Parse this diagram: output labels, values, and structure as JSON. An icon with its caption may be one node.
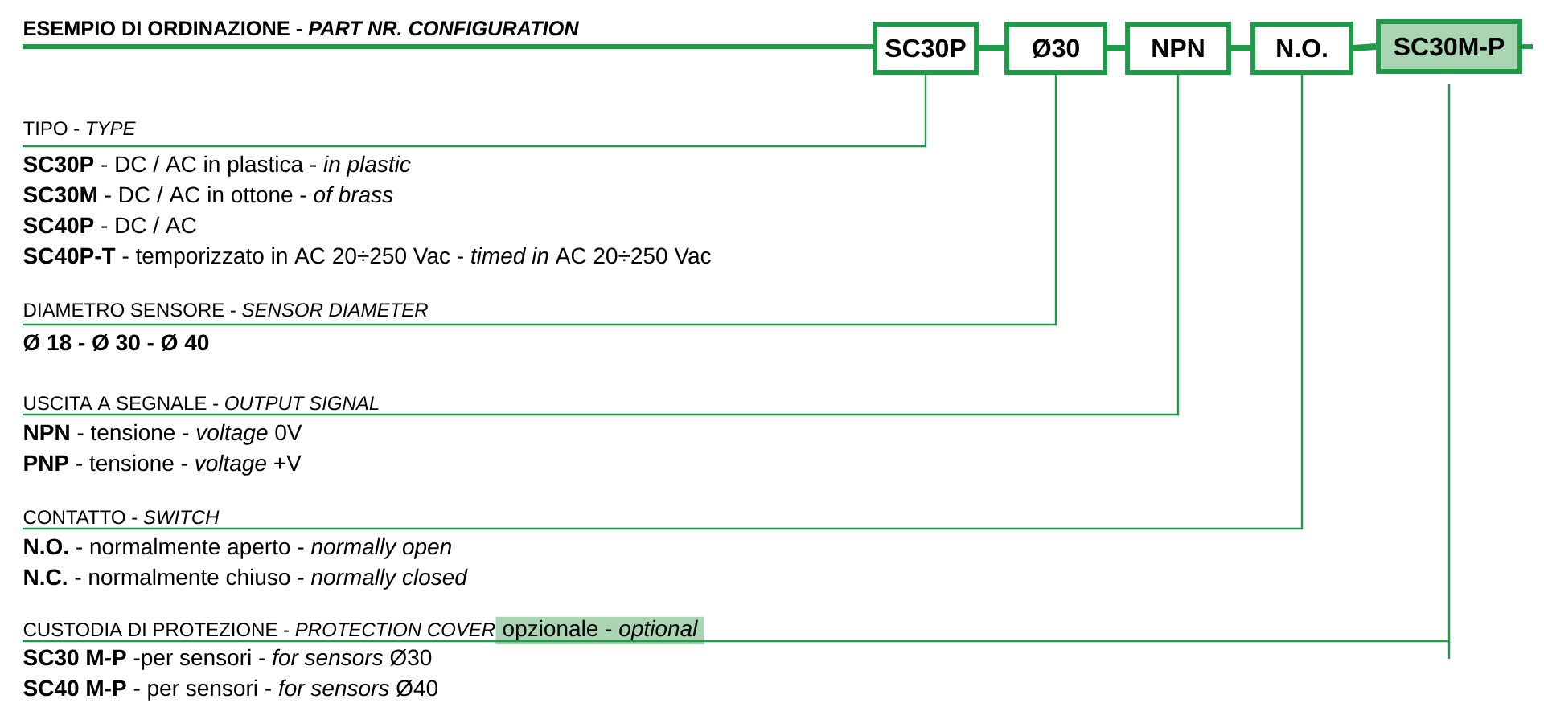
{
  "diagram": {
    "title": "ESEMPIO DI ORDINAZIONE - *PART NR. CONFIGURATION*",
    "nodes": [
      {
        "text": [
          "SC30P"
        ]
      },
      {
        "text": [
          "Ø30"
        ]
      },
      {
        "text": [
          "NPN"
        ]
      },
      {
        "text": [
          "N.O."
        ]
      },
      {
        "text": [
          "SC30M-P"
        ]
      },
      {
        "text": [
          "TIPO - *TYPE*",
          "**SC30P** - DC / AC in plastica - *in plastic*",
          "**SC30M** - DC / AC in ottone - *of brass*",
          "**SC40P** - DC / AC",
          "**SC40P-T** - temporizzato in AC 20÷250 Vac - *timed in* AC 20÷250 Vac"
        ]
      },
      {
        "text": [
          "DIAMETRO SENSORE - *SENSOR DIAMETER*",
          "Ø 18 - Ø 30 - Ø 40"
        ]
      },
      {
        "text": [
          "USCITA A SEGNALE - *OUTPUT SIGNAL*",
          "**NPN** - tensione - *voltage* 0V",
          "**PNP** - tensione - *voltage* +V"
        ]
      },
      {
        "text": [
          "CONTATTO - *SWITCH*",
          "**N.O.** - normalmente aperto - *normally open*",
          "**N.C.** - normalmente chiuso - *normally closed*"
        ]
      },
      {
        "text": [
          "CUSTODIA DI PROTEZIONE - *PROTECTION COVER*",
          "opzionale - *optional*",
          "**SC30 M-P** -per sensori - *for sensors* Ø30",
          "**SC40 M-P** - per sensori - *for sensors* Ø40"
        ]
      }
    ],
    "edges": [
      {
        "from": 0,
        "to": 1,
        "arrow": "none",
        "style": "thick"
      },
      {
        "from": 1,
        "to": 2,
        "arrow": "none",
        "style": "thick"
      },
      {
        "from": 2,
        "to": 3,
        "arrow": "none",
        "style": "thick"
      },
      {
        "from": 3,
        "to": 4,
        "arrow": "none",
        "style": "thick"
      },
      {
        "from": 0,
        "to": 5,
        "arrow": "none"
      },
      {
        "from": 1,
        "to": 6,
        "arrow": "none"
      },
      {
        "from": 2,
        "to": 7,
        "arrow": "none"
      },
      {
        "from": 3,
        "to": 8,
        "arrow": "none"
      },
      {
        "from": 4,
        "to": 9,
        "arrow": "none"
      }
    ]
  }
}
